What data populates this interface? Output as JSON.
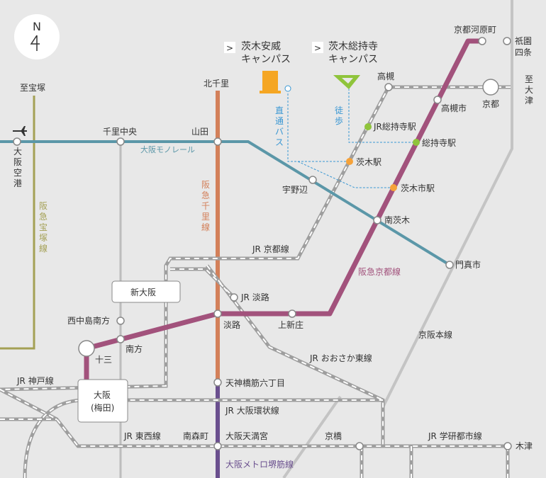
{
  "compass": {
    "text": "N"
  },
  "legend": {
    "anui_campus": "茨木安威キャンパス",
    "souji_campus": "茨木総持寺キャンパス",
    "arrow": ">"
  },
  "colors": {
    "monorail": "#5b97a8",
    "hankyu_senri": "#d3805a",
    "hankyu_kyoto": "#a2527c",
    "hankyu_takarazuka": "#a4a055",
    "sakaisuji": "#6a4f8e",
    "jr_line": "#b4b4b4",
    "gray_line": "#c4c4c4",
    "orange_station": "#f5a23a",
    "green_station": "#8fc43b",
    "building_orange": "#f5a623",
    "walk_blue": "#3a97d3",
    "campus_green": "#8fc43b"
  },
  "stations": {
    "kyoto_kawaramachi": "京都河原町",
    "gion_shijo": "祇園四条",
    "kyoto": "京都",
    "to_otsu": "至大津",
    "takatsuki": "高槻",
    "takatsukishi": "高槻市",
    "jr_soujiji": "JR総持寺駅",
    "soujiji": "総持寺駅",
    "ibaraki": "茨木駅",
    "ibarakishi": "茨木市駅",
    "uno": "宇野辺",
    "minami_ibaraki": "南茨木",
    "kadoma": "門真市",
    "kita_senri": "北千里",
    "yamada": "山田",
    "senri_chuo": "千里中央",
    "itami": "大阪空港",
    "to_takarazuka": "至宝塚",
    "shin_osaka": "新大阪",
    "jr_awaji": "JR 淡路",
    "awaji": "淡路",
    "kamishinjo": "上新庄",
    "nishinaka": "西中島南方",
    "minamikata": "南方",
    "juso": "十三",
    "osaka_umeda": "大阪\n(梅田)",
    "osaka_line1": "大阪",
    "osaka_line2": "(梅田)",
    "tenjin": "天神橋筋六丁目",
    "minamimorimachi": "南森町",
    "osaka_tenmangu": "大阪天満宮",
    "kyobashi": "京橋",
    "kizu": "木津"
  },
  "lines": {
    "monorail": "大阪モノレール",
    "hankyu_senri": "阪急千里線",
    "hankyu_takarazuka": "阪急宝塚線",
    "hankyu_kyoto": "阪急京都線",
    "jr_kyoto": "JR 京都線",
    "jr_osaka_higashi": "JR おおさか東線",
    "keihan": "京阪本線",
    "jr_kobe": "JR 神戸線",
    "jr_loop": "JR 大阪環状線",
    "jr_tozai": "JR 東西線",
    "jr_gakken": "JR 学研都市線",
    "sakaisuji": "大阪メトロ堺筋線",
    "direct_bus": "直通バス",
    "walk": "徒歩"
  }
}
